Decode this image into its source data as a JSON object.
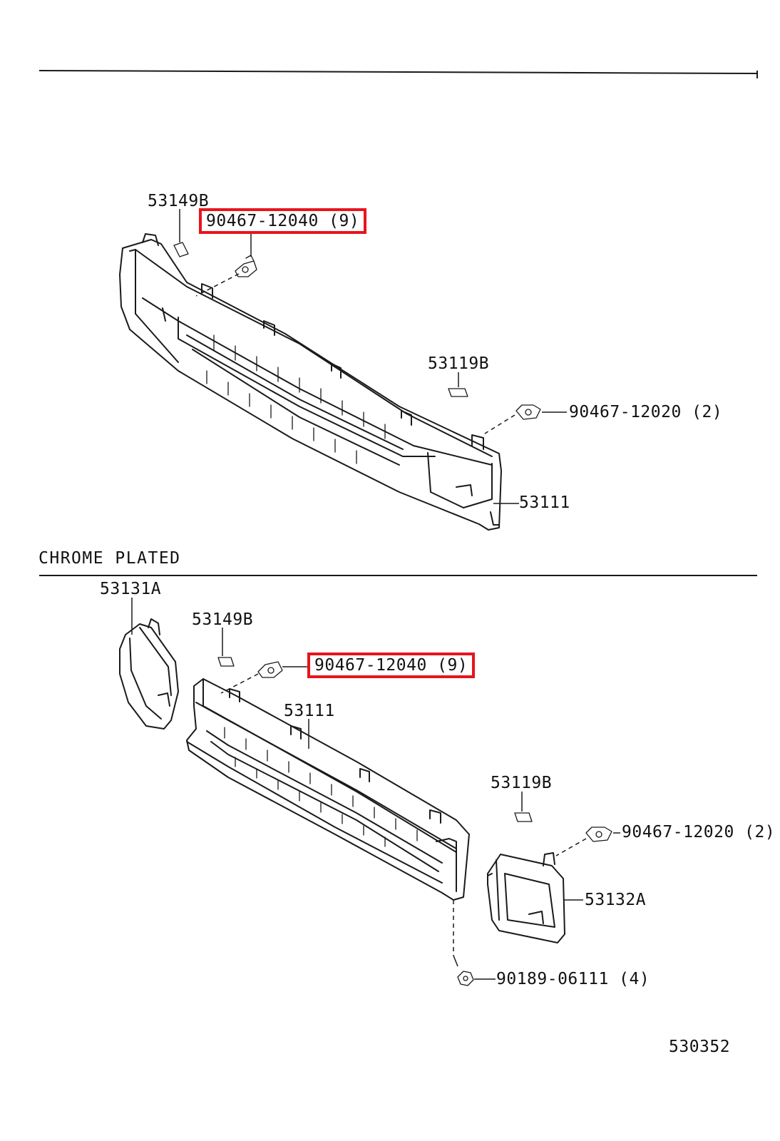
{
  "diagram_id": "530352",
  "top_section": {
    "labels": {
      "nut_highlighted": "90467-12040 (9)",
      "retainer_upper": "53149B",
      "retainer_right": "53119B",
      "clip_right": "90467-12020 (2)",
      "grille": "53111"
    }
  },
  "bottom_section": {
    "title": "CHROME PLATED",
    "labels": {
      "left_bracket": "53131A",
      "retainer_upper": "53149B",
      "nut_highlighted": "90467-12040 (9)",
      "grille": "53111",
      "retainer_right": "53119B",
      "clip_right": "90467-12020 (2)",
      "right_bracket": "53132A",
      "screw": "90189-06111 (4)"
    }
  },
  "highlight_color": "#e8141c"
}
